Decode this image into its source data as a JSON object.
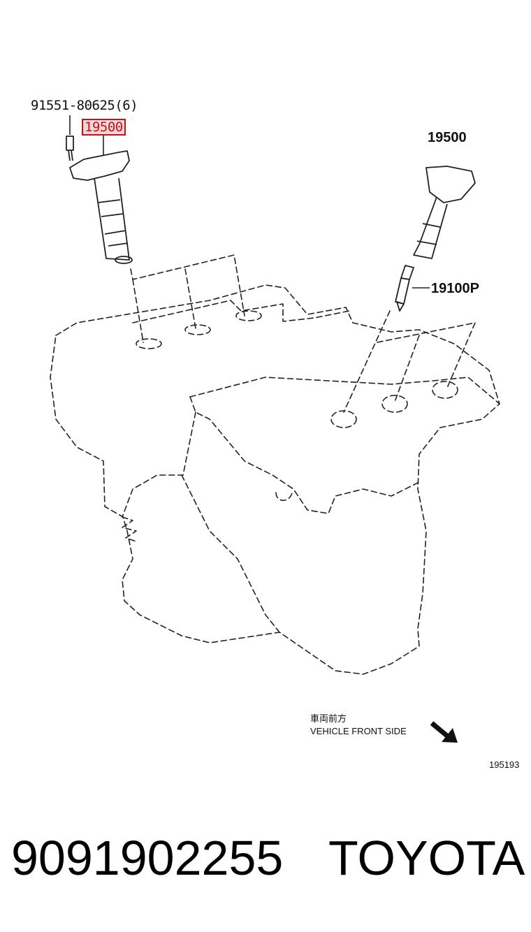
{
  "labels": {
    "bolt_part": "91551-80625(6)",
    "coil_part_highlighted": "19500",
    "coil_part_right": "19500",
    "spark_plug_part": "19100P",
    "direction_jp": "車両前方",
    "direction_en": "VEHICLE FRONT SIDE",
    "figure_number": "195193"
  },
  "footer": {
    "part_number": "9091902255",
    "brand": "TOYOTA"
  },
  "colors": {
    "highlight_border": "#c0141c",
    "highlight_fill": "#f3d6d6",
    "line": "#222222"
  }
}
